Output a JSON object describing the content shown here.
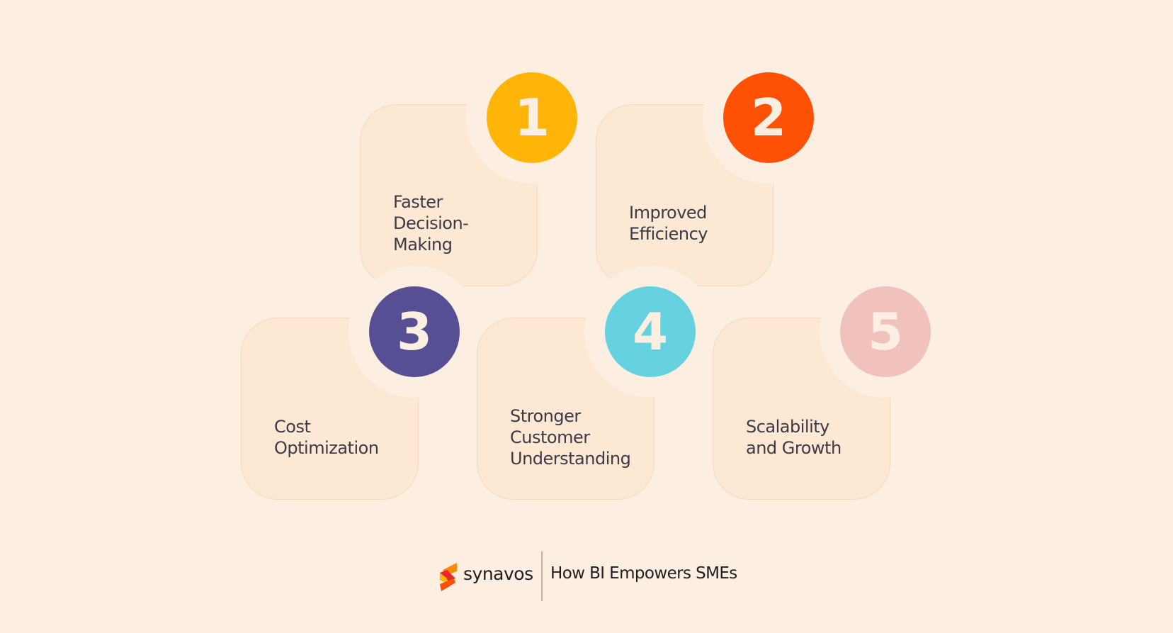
{
  "items": [
    {
      "number": "1",
      "label_lines": [
        "Faster",
        "Decision-",
        "Making"
      ],
      "color": "#ffb507"
    },
    {
      "number": "2",
      "label_lines": [
        "Improved",
        "Efficiency"
      ],
      "color": "#ff5106"
    },
    {
      "number": "3",
      "label_lines": [
        "Cost",
        "Optimization"
      ],
      "color": "#564f94"
    },
    {
      "number": "4",
      "label_lines": [
        "Stronger",
        "Customer",
        "Understanding"
      ],
      "color": "#66d1de"
    },
    {
      "number": "5",
      "label_lines": [
        "Scalability",
        "and Growth"
      ],
      "color": "#f1c1bc"
    }
  ],
  "footer": {
    "brand": "synavos",
    "title": "How BI Empowers SMEs",
    "logo_icon": "synavos-s-logo-icon"
  }
}
